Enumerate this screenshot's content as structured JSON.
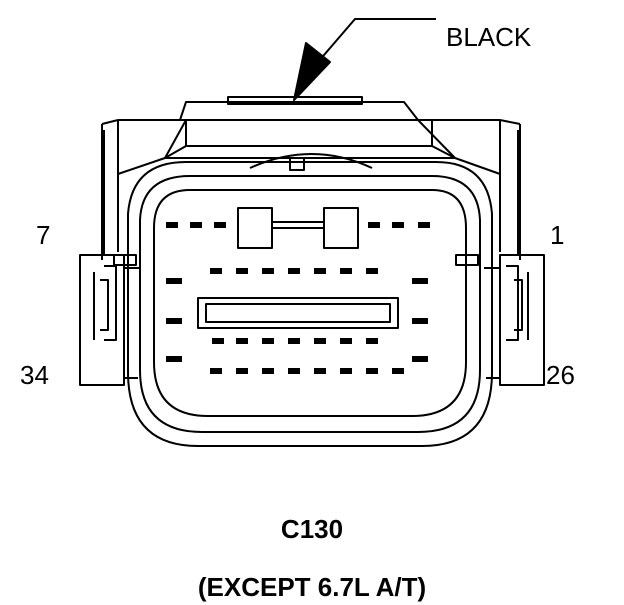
{
  "labels": {
    "color": "BLACK",
    "pin_top_left": "7",
    "pin_top_right": "1",
    "pin_bottom_left": "34",
    "pin_bottom_right": "26",
    "connector_id": "C130",
    "variant_note": "(EXCEPT 6.7L A/T)"
  },
  "colors": {
    "line": "#000000",
    "background": "#ffffff"
  }
}
